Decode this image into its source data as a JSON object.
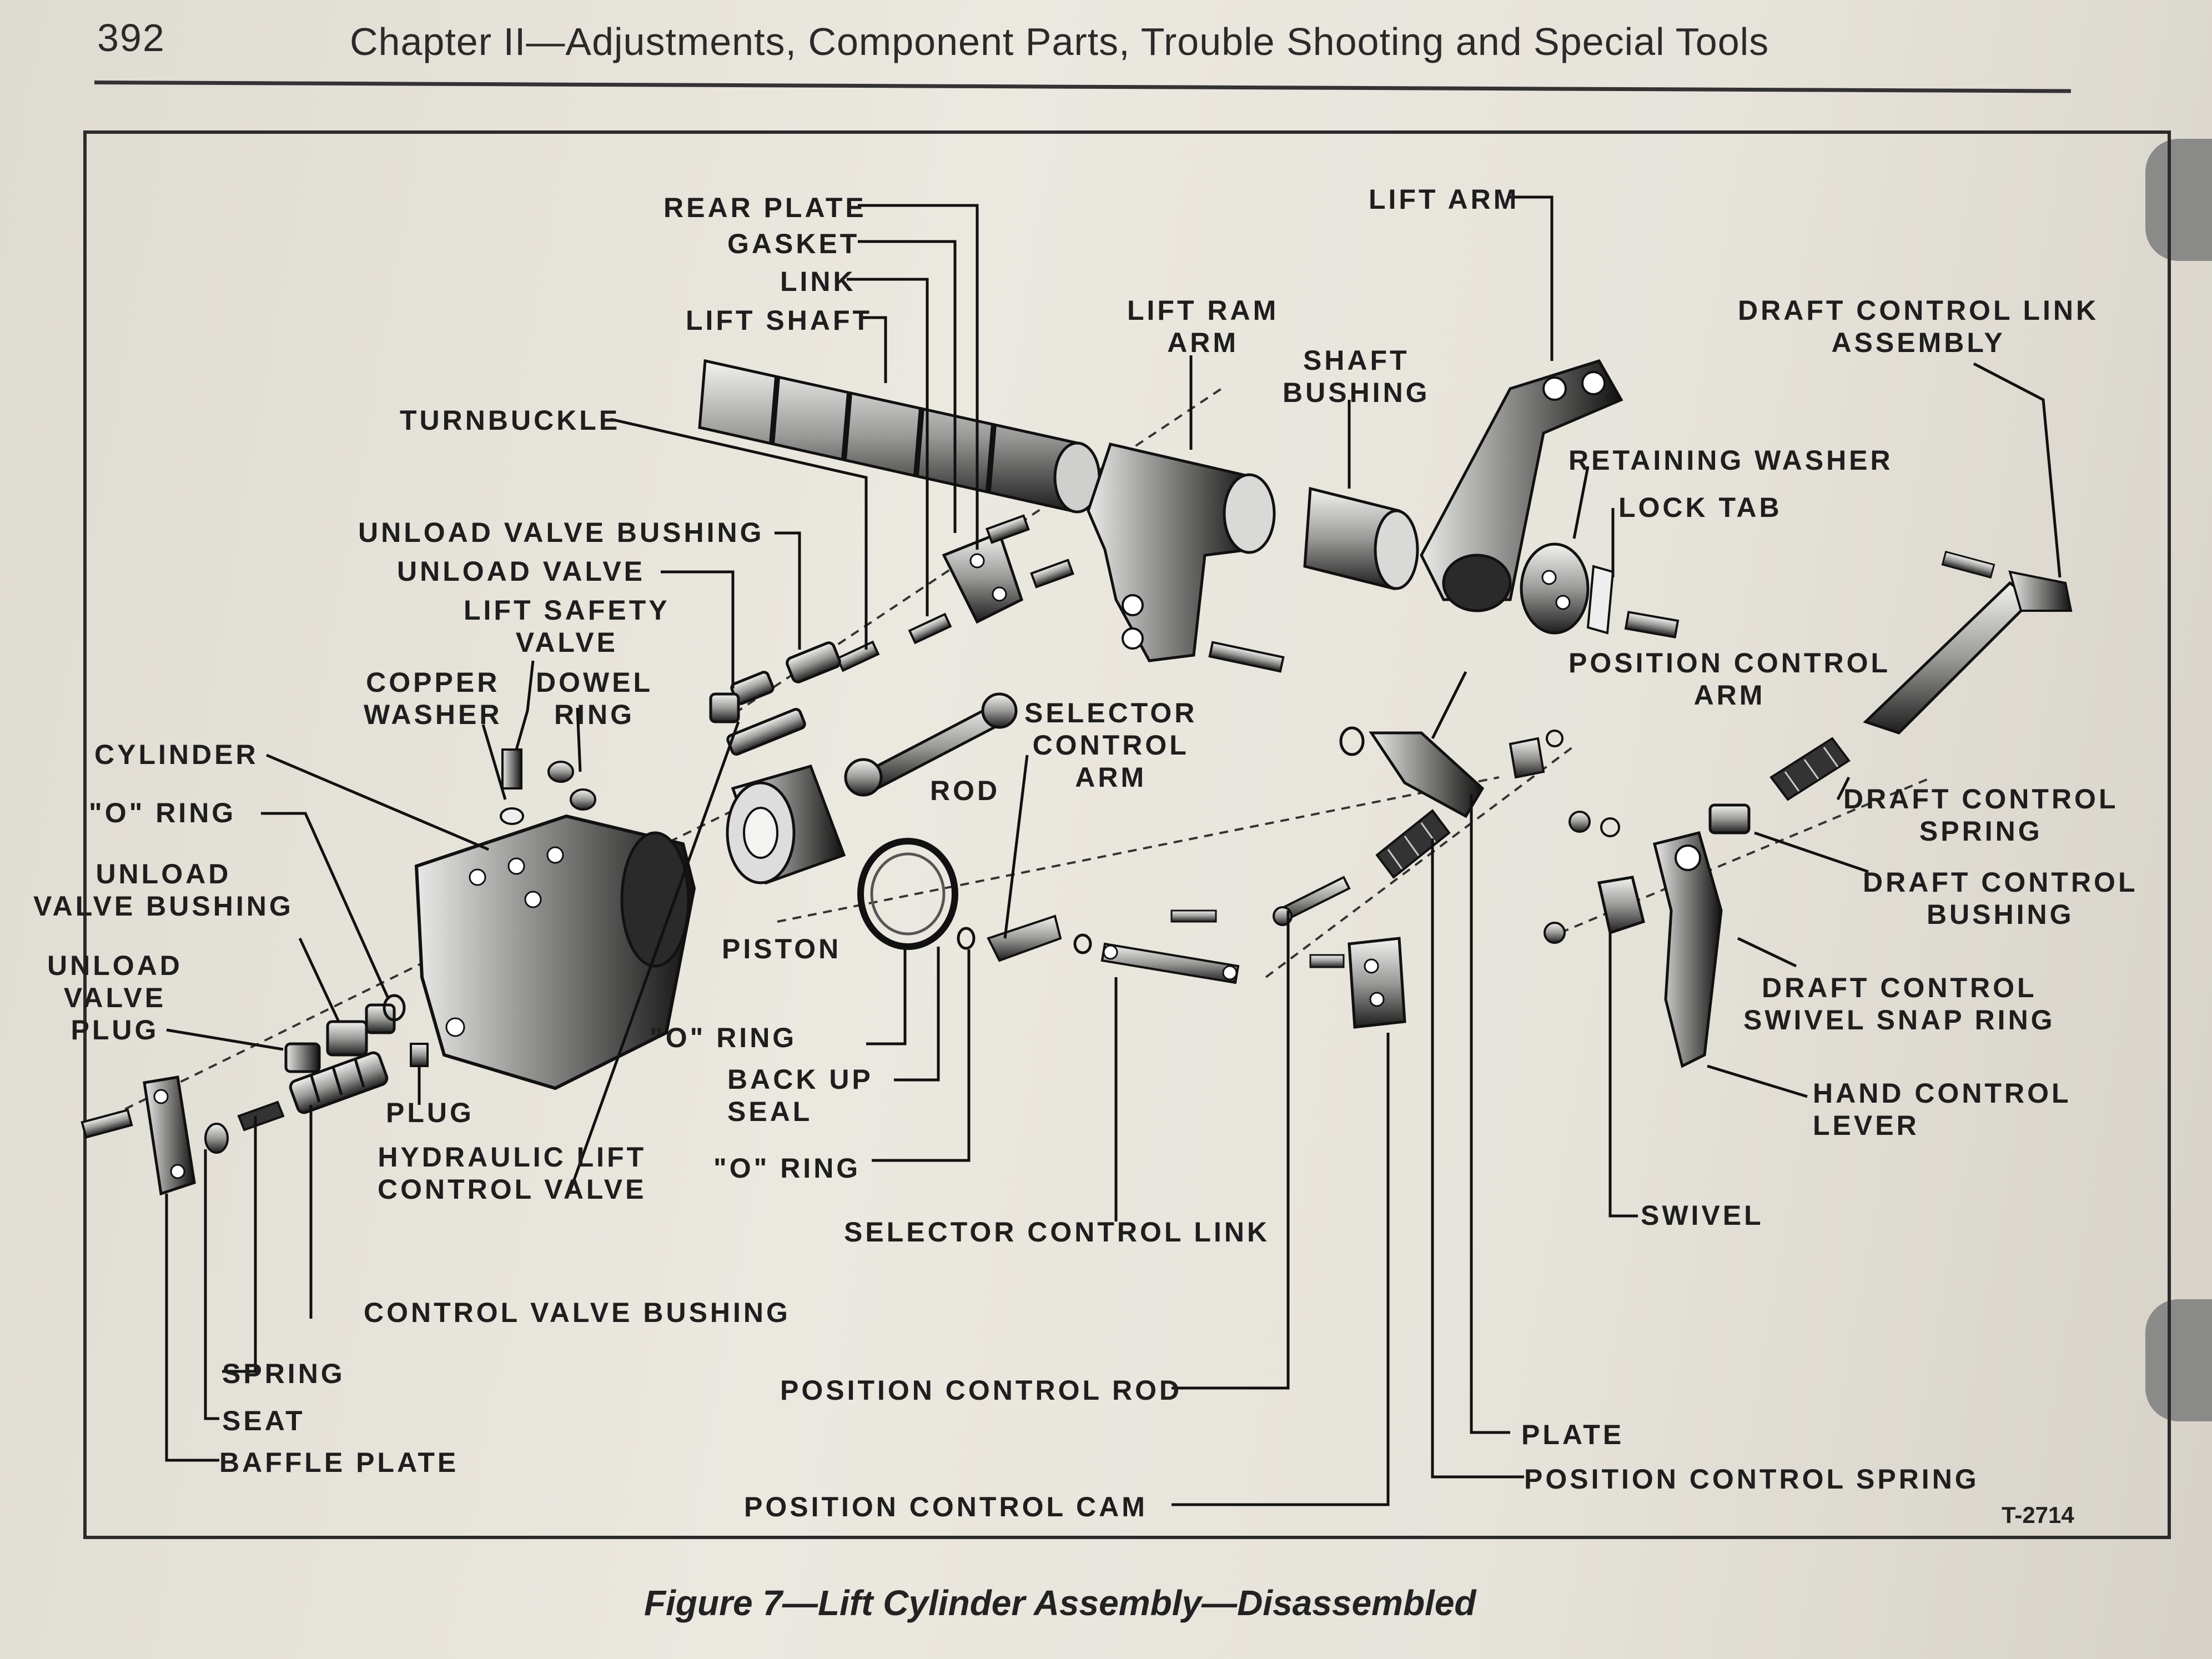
{
  "header": {
    "page_number": "392",
    "title": "Chapter II—Adjustments, Component Parts, Trouble Shooting and Special Tools"
  },
  "figure": {
    "caption": "Figure 7—Lift Cylinder Assembly—Disassembled",
    "tag": "T-2714"
  },
  "labels": {
    "rear_plate": "REAR PLATE",
    "gasket": "GASKET",
    "link": "LINK",
    "lift_shaft": "LIFT SHAFT",
    "turnbuckle": "TURNBUCKLE",
    "lift_arm": "LIFT ARM",
    "lift_ram_arm": "LIFT RAM\nARM",
    "shaft_bushing": "SHAFT\nBUSHING",
    "draft_control_link_assembly": "DRAFT CONTROL LINK\nASSEMBLY",
    "retaining_washer": "RETAINING WASHER",
    "lock_tab": "LOCK TAB",
    "unload_valve_bushing_top": "UNLOAD VALVE BUSHING",
    "unload_valve": "UNLOAD VALVE",
    "lift_safety_valve": "LIFT SAFETY\nVALVE",
    "copper_washer": "COPPER\nWASHER",
    "dowel_ring": "DOWEL\nRING",
    "cylinder": "CYLINDER",
    "o_ring_left": "\"O\" RING",
    "unload_valve_bushing_left": "UNLOAD\nVALVE BUSHING",
    "unload_valve_plug": "UNLOAD\nVALVE\nPLUG",
    "plug": "PLUG",
    "hydraulic_lift_control_valve": "HYDRAULIC LIFT\nCONTROL VALVE",
    "piston": "PISTON",
    "rod": "ROD",
    "selector_control_arm": "SELECTOR\nCONTROL\nARM",
    "position_control_arm": "POSITION CONTROL\nARM",
    "draft_control_spring": "DRAFT CONTROL\nSPRING",
    "draft_control_bushing": "DRAFT CONTROL\nBUSHING",
    "draft_control_swivel_snap_ring": "DRAFT CONTROL\nSWIVEL SNAP RING",
    "hand_control_lever": "HAND CONTROL\nLEVER",
    "swivel": "SWIVEL",
    "o_ring_mid": "\"O\" RING",
    "back_up_seal": "BACK UP\nSEAL",
    "o_ring_low": "\"O\" RING",
    "selector_control_link": "SELECTOR CONTROL LINK",
    "control_valve_bushing": "CONTROL VALVE BUSHING",
    "spring": "SPRING",
    "seat": "SEAT",
    "baffle_plate": "BAFFLE PLATE",
    "position_control_rod": "POSITION CONTROL ROD",
    "plate": "PLATE",
    "position_control_spring": "POSITION CONTROL SPRING",
    "position_control_cam": "POSITION CONTROL CAM"
  }
}
